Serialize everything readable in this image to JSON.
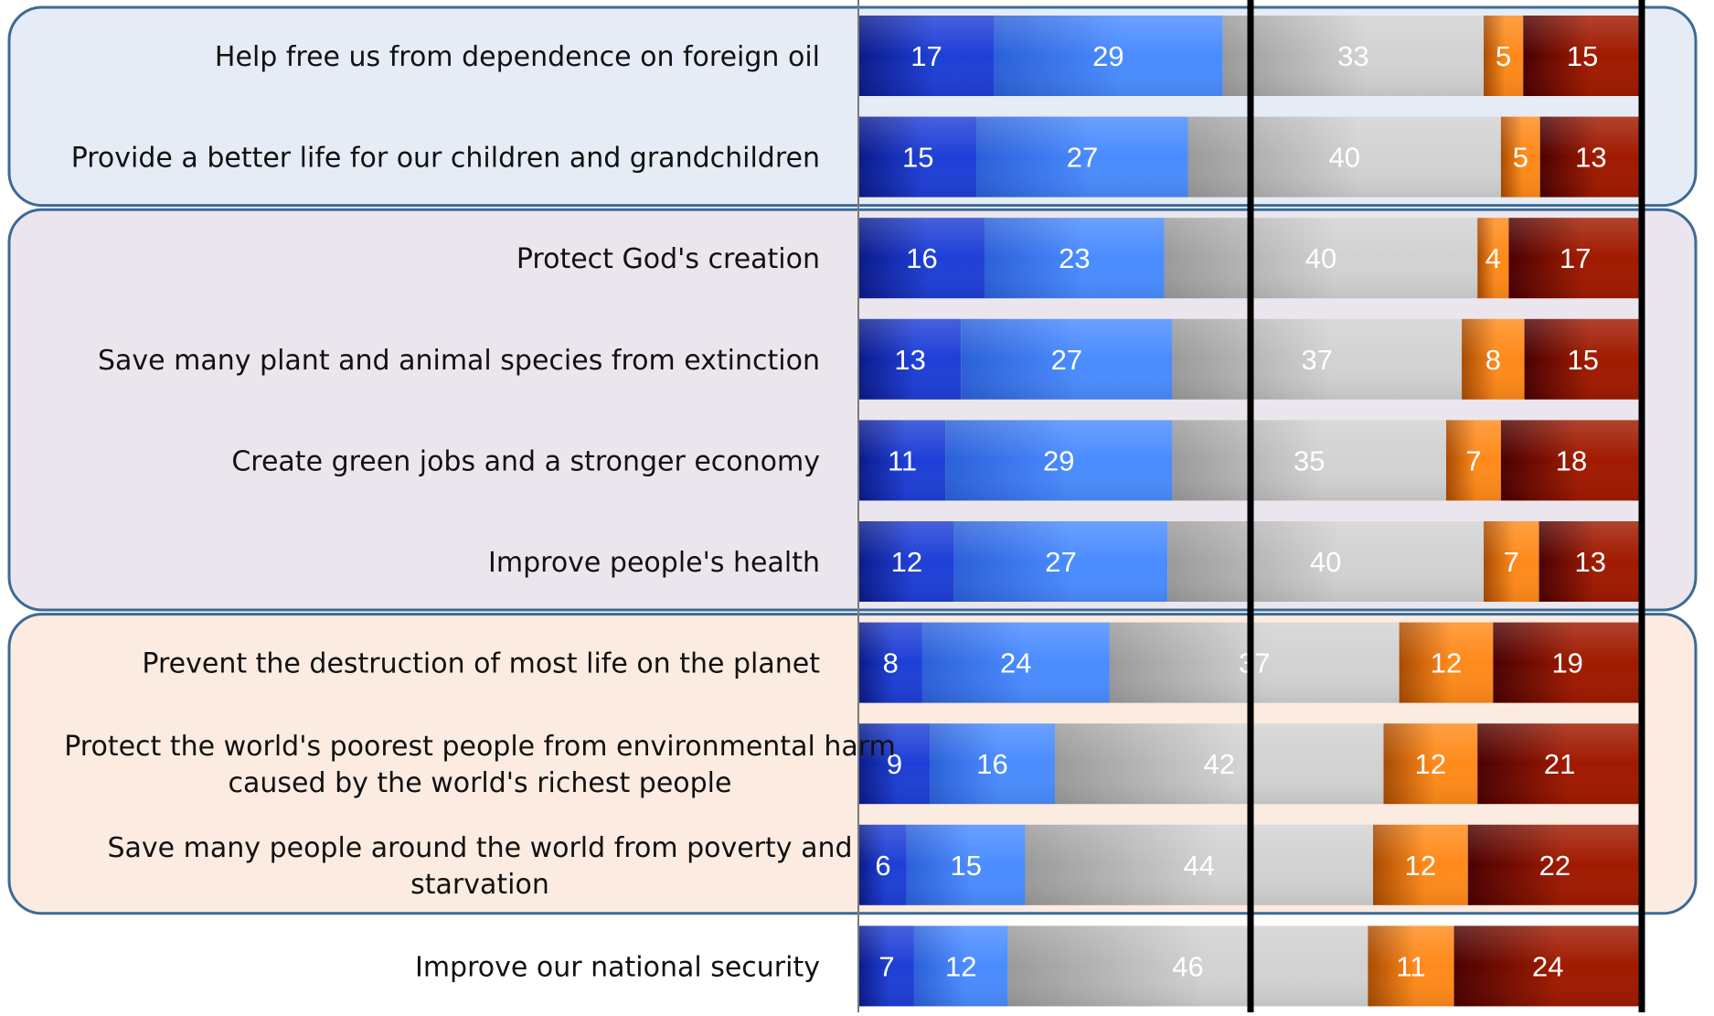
{
  "chart_data": {
    "type": "bar",
    "orientation": "horizontal",
    "stacked": true,
    "normalized_percent": true,
    "categories": [
      "Help free us from dependence on foreign oil",
      "Provide a better life for our children and grandchildren",
      "Protect God's creation",
      "Save many plant and animal species from extinction",
      "Create green jobs and a stronger economy",
      "Improve people's health",
      "Prevent the destruction of most life on the planet",
      "Protect the world's poorest people from environmental harm caused by the world's richest people",
      "Save many people around the world from poverty and starvation",
      "Improve our national security"
    ],
    "category_lines": [
      [
        "Help free us from dependence on foreign oil"
      ],
      [
        "Provide a better life for our children and grandchildren"
      ],
      [
        "Protect God's creation"
      ],
      [
        "Save many plant and animal species from extinction"
      ],
      [
        "Create green jobs and a stronger economy"
      ],
      [
        "Improve people's health"
      ],
      [
        "Prevent the destruction of most life on the planet"
      ],
      [
        "Protect the world's poorest people from environmental harm",
        "caused by the world's richest people"
      ],
      [
        "Save many people around the world from poverty and",
        "starvation"
      ],
      [
        "Improve our national security"
      ]
    ],
    "series": [
      {
        "values": [
          17,
          15,
          16,
          13,
          11,
          12,
          8,
          9,
          6,
          7
        ],
        "color_dark": "#0a1a8a",
        "color_light": "#1e3fd6"
      },
      {
        "values": [
          29,
          27,
          23,
          27,
          29,
          27,
          24,
          16,
          15,
          12
        ],
        "color_dark": "#2a5fd8",
        "color_light": "#4a8cff"
      },
      {
        "values": [
          33,
          40,
          40,
          37,
          35,
          40,
          37,
          42,
          44,
          46
        ],
        "color_dark": "#9a9a9a",
        "color_light": "#d2d2d2"
      },
      {
        "values": [
          5,
          5,
          4,
          8,
          7,
          7,
          12,
          12,
          12,
          11
        ],
        "color_dark": "#a84a00",
        "color_light": "#ff8a1a"
      },
      {
        "values": [
          15,
          13,
          17,
          15,
          18,
          13,
          19,
          21,
          22,
          24
        ],
        "color_dark": "#4a0000",
        "color_light": "#a01a00"
      }
    ],
    "groups": [
      {
        "rows": [
          0,
          1
        ],
        "fill": "#e6ecf5",
        "stroke": "#3d6a96"
      },
      {
        "rows": [
          2,
          3,
          4,
          5
        ],
        "fill": "#ebe6ee",
        "stroke": "#3d6a96"
      },
      {
        "rows": [
          6,
          7,
          8
        ],
        "fill": "#fcebe0",
        "stroke": "#3d6a96"
      }
    ],
    "xlim": [
      0,
      100
    ],
    "reference_lines_pct": [
      50,
      100
    ],
    "legend": "none",
    "grid": false
  }
}
